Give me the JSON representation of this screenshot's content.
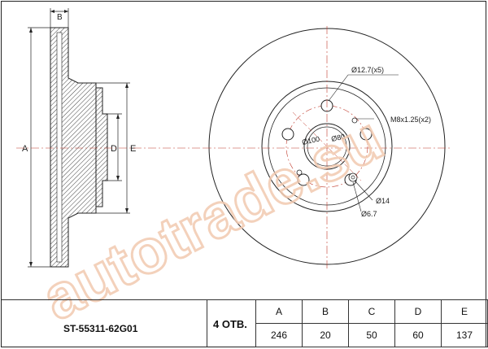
{
  "brand_watermark": "autotrade.su",
  "part_number": "ST-55311-62G01",
  "quantity_label": "4 ОТВ.",
  "specs": {
    "headers": [
      "A",
      "B",
      "C",
      "D",
      "E"
    ],
    "values": [
      "246",
      "20",
      "50",
      "60",
      "137"
    ]
  },
  "side_view_labels": {
    "a": "A",
    "b": "B",
    "d": "D",
    "e": "E"
  },
  "front_view_labels": {
    "stud_holes": "Ø12.7(x5)",
    "threaded_holes": "M8x1.25(x2)",
    "pcd": "Ø100",
    "center_bore": "Ø80",
    "hole_14": "Ø14",
    "hole_6_7": "Ø6.7"
  },
  "colors": {
    "line": "#222222",
    "watermark": "#f2c9b0"
  }
}
